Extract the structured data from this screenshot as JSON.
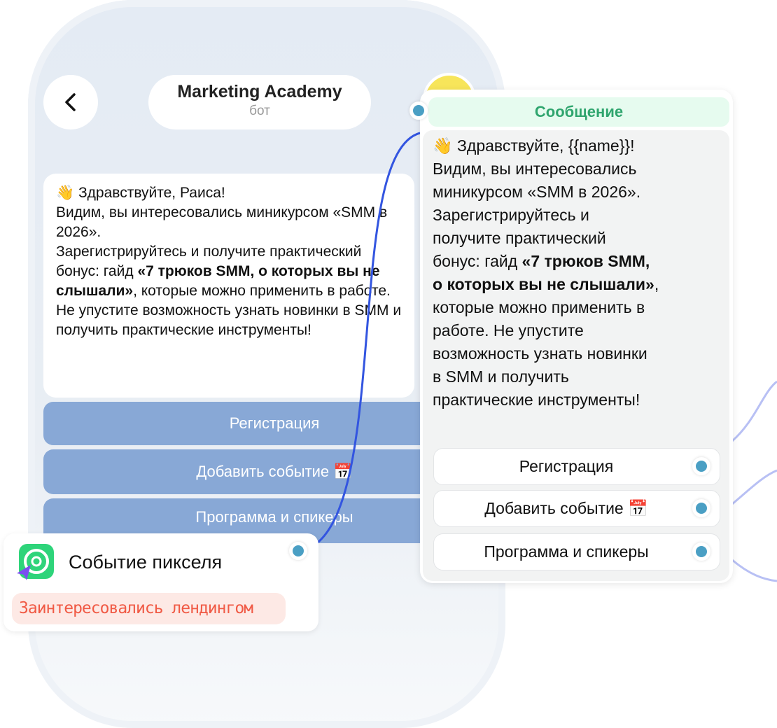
{
  "header": {
    "title": "Marketing Academy",
    "subtitle": "бот"
  },
  "chat": {
    "greeting": "👋 Здравствуйте, Раиса!",
    "text1": "Видим, вы интересовались миникурсом «SMM в 2026».\nЗарегистрируйтесь и получите практический бонус: гайд ",
    "bold": "«7 трюков SMM, о которых вы не слышали»",
    "text2": ", которые можно применить в работе.\nНе упустите возможность узнать новинки в SMM и получить практические инструменты!",
    "buttons": [
      "Регистрация",
      "Добавить событие 📅",
      "Программа и спикеры"
    ]
  },
  "pixel_node": {
    "title": "Событие пикселя",
    "tag": "Заинтересовались лендингом"
  },
  "message_node": {
    "header": "Сообщение",
    "greeting": "👋 Здравствуйте, {{name}}!",
    "text1": "\nВидим, вы интересовались\nминикурсом «SMM в 2026».\nЗарегистрируйтесь и\nполучите практический\nбонус: гайд ",
    "bold": "«7 трюков SMM,\nо которых вы не слышали»",
    "text2": ",\nкоторые можно применить в\nработе. Не упустите\nвозможность узнать новинки\nв SMM и получить\nпрактические инструменты!",
    "buttons": [
      "Регистрация",
      "Добавить событие 📅",
      "Программа и спикеры"
    ]
  },
  "colors": {
    "accent_green": "#2fa56e",
    "connector": "#3355e0",
    "dot": "#4a9fc4",
    "tag_text": "#f05a45",
    "chat_button": "#88a8d6"
  }
}
